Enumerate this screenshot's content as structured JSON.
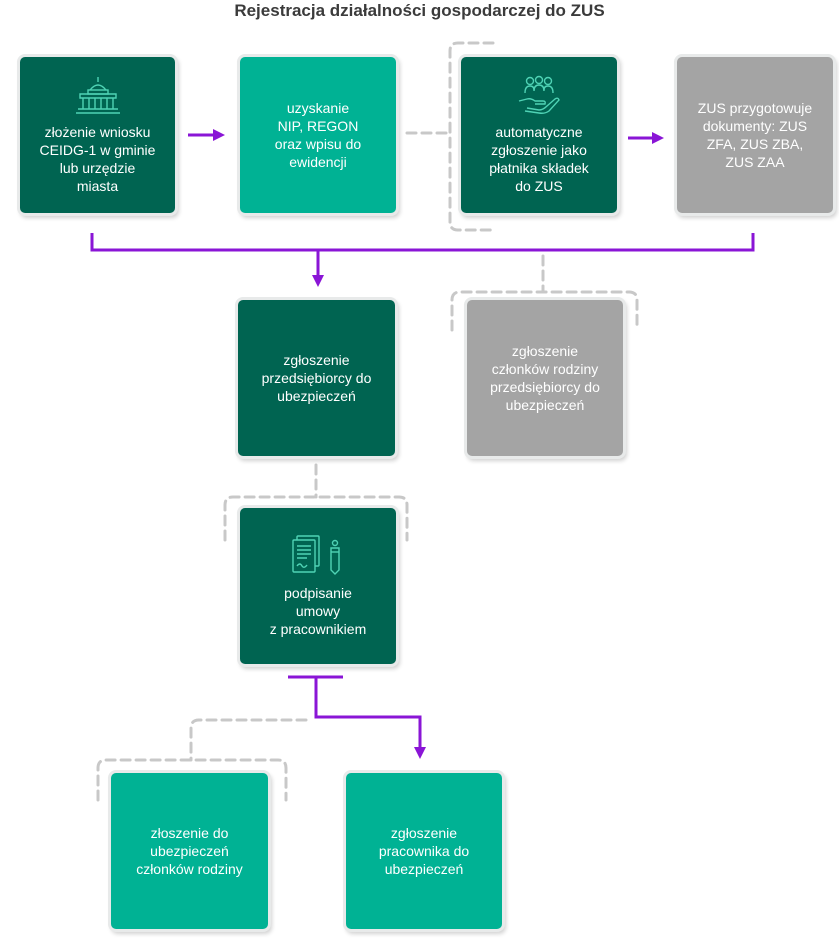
{
  "title": "Rejestracja działalności gospodarczej do ZUS",
  "colors": {
    "dark_green": "#006451",
    "teal": "#00b294",
    "gray": "#a4a4a4",
    "arrow": "#8a15d6",
    "dashed": "#c8c8c8"
  },
  "boxes": {
    "ceidg": {
      "text": "złożenie wniosku\nCEIDG-1 w gminie\nlub urzędzie\nmiasta",
      "icon": "city-hall-icon"
    },
    "nip": {
      "text": "uzyskanie\nNIP, REGON\noraz wpisu do\newidencji"
    },
    "auto": {
      "text": "automatyczne\nzgłoszenie jako\npłatnika składek\ndo ZUS",
      "icon": "people-in-hand-icon"
    },
    "zus_docs": {
      "text": "ZUS przygotowuje\ndokumenty: ZUS\nZFA, ZUS ZBA,\nZUS ZAA"
    },
    "entrepreneur": {
      "text": "zgłoszenie\nprzedsiębiorcy do\nubezpieczeń"
    },
    "family_entrepreneur": {
      "text": "zgłoszenie\nczłonków rodziny\nprzedsiębiorcy do\nubezpieczeń"
    },
    "contract": {
      "text": "podpisanie\numowy\nz pracownikiem",
      "icon": "contract-document-icon"
    },
    "family": {
      "text": "złoszenie do\nubezpieczeń\nczłonków rodziny"
    },
    "employee": {
      "text": "zgłoszenie\npracownika do\nubezpieczeń"
    }
  }
}
